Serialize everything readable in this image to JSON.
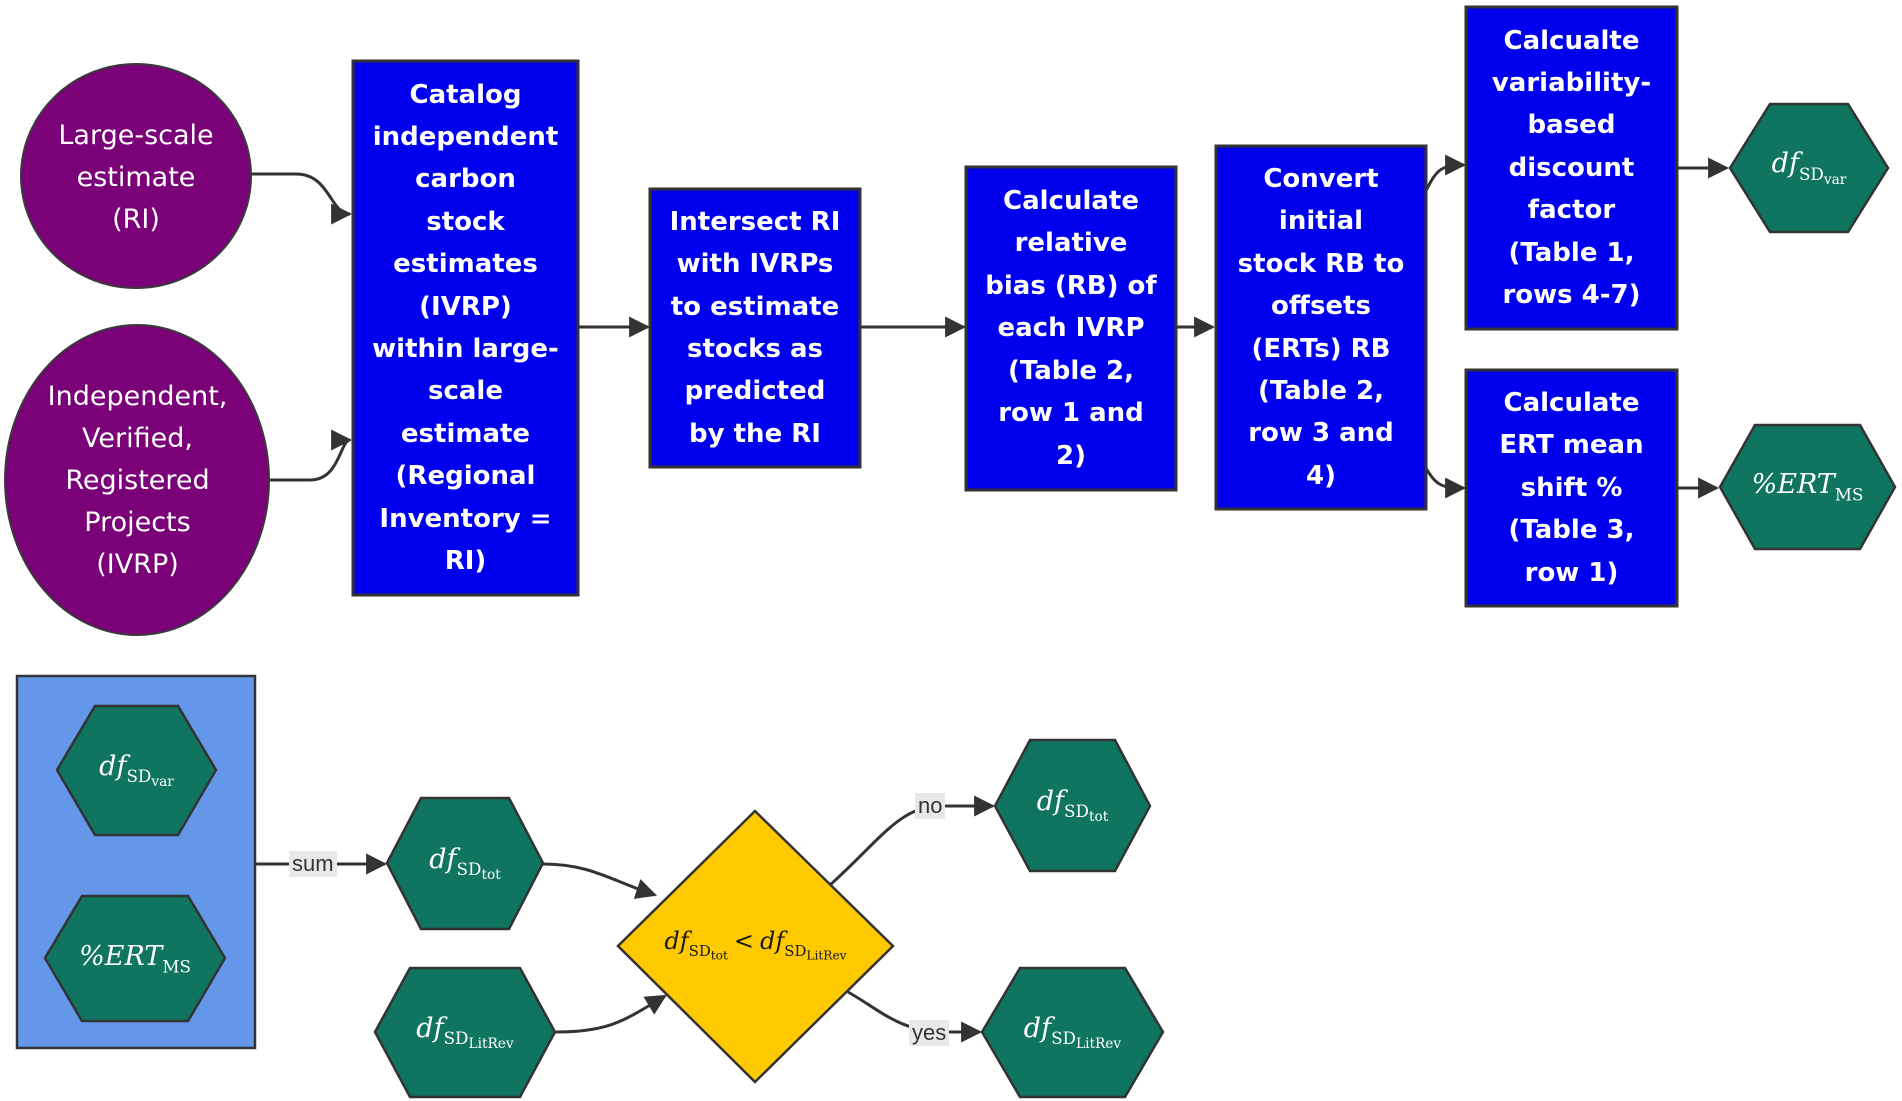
{
  "colors": {
    "purple": "#7a0177",
    "blue_box": "#0000ee",
    "teal_hex": "#0f7460",
    "gold_diamond": "#ffc900",
    "group_bg": "#6496ea",
    "edge": "#333333"
  },
  "inputs": {
    "large_scale": "Large-scale\nestimate\n(RI)",
    "ivrp": "Independent,\nVerified,\nRegistered\nProjects\n(IVRP)"
  },
  "steps": {
    "catalog": "Catalog\nindependent\ncarbon\nstock\nestimates\n(IVRP)\nwithin large-\nscale\nestimate\n(Regional\nInventory =\nRI)",
    "intersect": "Intersect RI\nwith IVRPs\nto estimate\nstocks as\npredicted\nby the RI",
    "relative_bias": "Calculate\nrelative\nbias (RB) of\neach IVRP\n(Table 2,\nrow 1 and\n2)",
    "convert": "Convert\ninitial\nstock RB to\noffsets\n(ERTs) RB\n(Table 2,\nrow 3 and\n4)",
    "variability": "Calcualte\nvariability-\nbased\ndiscount\nfactor\n(Table 1,\nrows 4-7)",
    "mean_shift": "Calculate\nERT mean\nshift %\n(Table 3,\nrow 1)"
  },
  "symbols": {
    "df": "df",
    "sd": "SD",
    "var": "var",
    "tot": "tot",
    "litrev": "LitRev",
    "pct_ert": "%ERT",
    "ms": "MS",
    "less_than": "<"
  },
  "edge_labels": {
    "sum": "sum",
    "no": "no",
    "yes": "yes"
  }
}
